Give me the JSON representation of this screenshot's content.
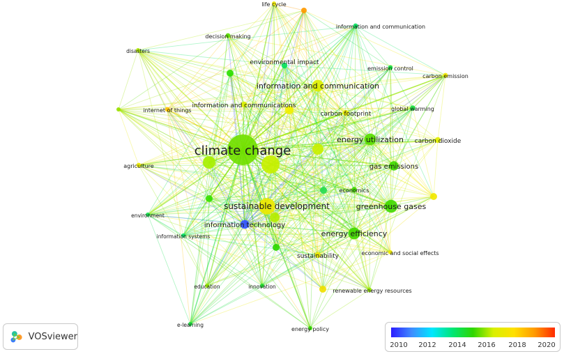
{
  "network": {
    "nodes": [
      {
        "label": "climate change",
        "year": 2015.7,
        "weight": 5.0,
        "font": 18
      },
      {
        "label": "sustainable development",
        "year": 2017.3,
        "weight": 2.8,
        "font": 12
      },
      {
        "label": "greenhouse gases",
        "year": 2015.3,
        "weight": 2.2,
        "font": 11
      },
      {
        "label": "energy efficiency",
        "year": 2015.3,
        "weight": 2.0,
        "font": 11
      },
      {
        "label": "energy utilization",
        "year": 2015.5,
        "weight": 2.0,
        "font": 11
      },
      {
        "label": "information technology",
        "year": 2010.2,
        "weight": 1.5,
        "font": 10
      },
      {
        "label": "information and communication",
        "year": 2016.7,
        "weight": 2.0,
        "font": 11
      },
      {
        "label": "gas emissions",
        "year": 2015.3,
        "weight": 1.6,
        "font": 10
      },
      {
        "label": "carbon dioxide",
        "year": 2016.8,
        "weight": 1.0,
        "font": 9
      },
      {
        "label": "carbon footprint",
        "year": 2017.2,
        "weight": 1.0,
        "font": 9
      },
      {
        "label": "information and communications",
        "year": 2016.6,
        "weight": 1.0,
        "font": 9
      },
      {
        "label": "environmental impact",
        "year": 2014.0,
        "weight": 1.0,
        "font": 9
      },
      {
        "label": "economics",
        "year": 2015.3,
        "weight": 0.9,
        "font": 8
      },
      {
        "label": "sustainability",
        "year": 2017.3,
        "weight": 1.0,
        "font": 9
      },
      {
        "label": "global warming",
        "year": 2014.4,
        "weight": 0.9,
        "font": 8
      },
      {
        "label": "emission control",
        "year": 2014.4,
        "weight": 0.8,
        "font": 8
      },
      {
        "label": "carbon emission",
        "year": 2017.4,
        "weight": 0.8,
        "font": 8
      },
      {
        "label": "internet of things",
        "year": 2018.6,
        "weight": 0.8,
        "font": 8
      },
      {
        "label": "agriculture",
        "year": 2017.2,
        "weight": 0.8,
        "font": 8
      },
      {
        "label": "decision making",
        "year": 2015.5,
        "weight": 0.8,
        "font": 8
      },
      {
        "label": "life cycle",
        "year": 2017.4,
        "weight": 0.7,
        "font": 8
      },
      {
        "label": "information and communication",
        "year": 2014.0,
        "weight": 0.8,
        "font": 8
      },
      {
        "label": "disasters",
        "year": 2016.2,
        "weight": 0.6,
        "font": 7.5
      },
      {
        "label": "economic and social effects",
        "year": 2017.3,
        "weight": 0.7,
        "font": 8
      },
      {
        "label": "renewable energy resources",
        "year": 2016.0,
        "weight": 0.8,
        "font": 8
      },
      {
        "label": "energy policy",
        "year": 2015.2,
        "weight": 0.7,
        "font": 8
      },
      {
        "label": "innovation",
        "year": 2014.6,
        "weight": 0.6,
        "font": 7.5
      },
      {
        "label": "education",
        "year": 2016.0,
        "weight": 0.6,
        "font": 7.5
      },
      {
        "label": "e-learning",
        "year": 2014.4,
        "weight": 0.6,
        "font": 7.5
      },
      {
        "label": "information systems",
        "year": 2013.9,
        "weight": 0.6,
        "font": 7.5
      },
      {
        "label": "environment",
        "year": 2014.2,
        "weight": 0.6,
        "font": 7.5
      }
    ]
  },
  "logo": {
    "text": "VOSviewer",
    "icon": "vosviewer-logo-icon"
  },
  "legend": {
    "ticks": [
      "2010",
      "2012",
      "2014",
      "2016",
      "2018",
      "2020"
    ],
    "min_year": 2009.5,
    "max_year": 2020.8,
    "colors": [
      "#2b1cff",
      "#3f8cff",
      "#00e7ff",
      "#00e676",
      "#2fd600",
      "#d9f000",
      "#ffe000",
      "#ff9a00",
      "#ff2a00"
    ]
  }
}
